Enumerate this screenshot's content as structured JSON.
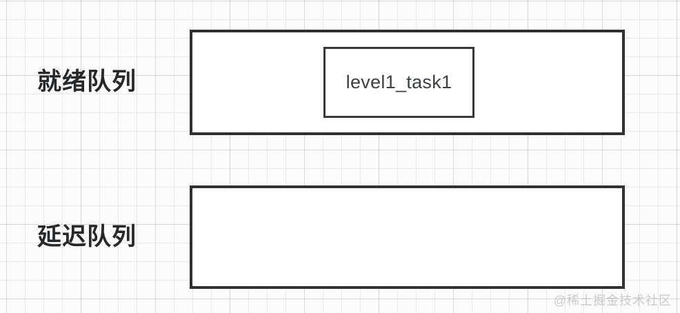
{
  "diagram": {
    "title": "",
    "background": {
      "color": "#fbfbfb",
      "grid_minor_color": "#e1e3e6",
      "grid_major_color": "#c4c7cb"
    },
    "colors": {
      "border": "#2e3236",
      "inner_border": "#343a3e",
      "box_fill": "#ffffff",
      "label_text": "#25292c",
      "task_text": "#3a3f43",
      "watermark_text": "#c9cbce"
    },
    "rows": [
      {
        "id": "ready-queue",
        "label": "就绪队列",
        "tasks": [
          {
            "id": "level1-task1",
            "label": "level1_task1"
          }
        ]
      },
      {
        "id": "delay-queue",
        "label": "延迟队列",
        "tasks": []
      }
    ]
  },
  "watermark": {
    "text": "@稀土掘金技术社区"
  }
}
